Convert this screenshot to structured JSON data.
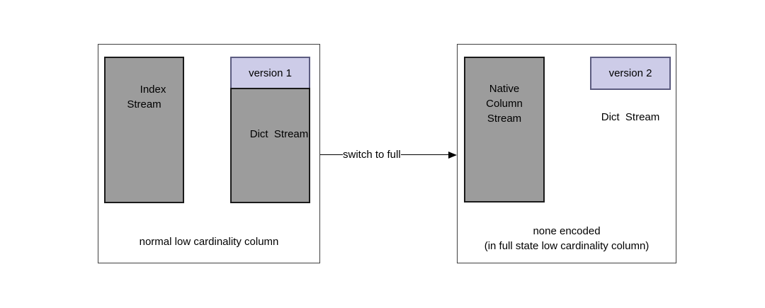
{
  "colors": {
    "background": "#ffffff",
    "box_border": "#404040",
    "stream_fill": "#9c9c9c",
    "stream_border": "#1a1a1a",
    "version_fill": "#cdcce8",
    "version_border": "#5c5c80"
  },
  "left_box": {
    "index_stream_label": "Index Stream",
    "version_label": "version 1",
    "dict_stream_label": "Dict  Stream",
    "caption": "normal low cardinality column"
  },
  "arrow": {
    "label": "switch to full"
  },
  "right_box": {
    "native_stream_label": "Native\nColumn\nStream",
    "version_label": "version 2",
    "dict_stream_label": "Dict  Stream",
    "caption_line1": "none encoded",
    "caption_line2": "(in full state low cardinality column)"
  }
}
